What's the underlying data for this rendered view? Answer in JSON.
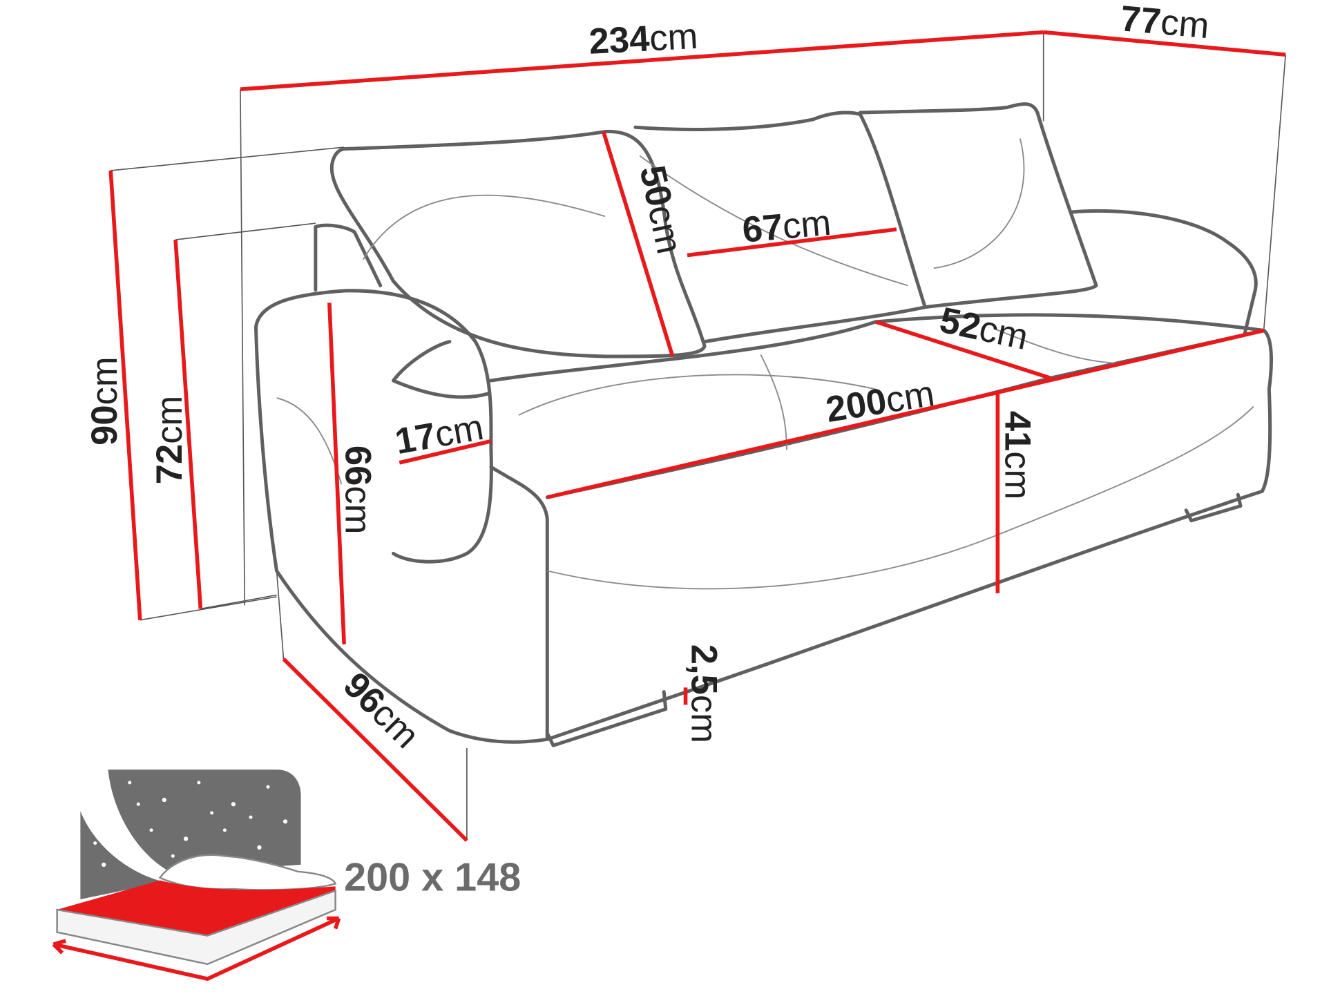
{
  "dimensions": {
    "total_width": {
      "value": "234",
      "unit": "cm"
    },
    "depth": {
      "value": "77",
      "unit": "cm"
    },
    "total_height": {
      "value": "90",
      "unit": "cm"
    },
    "back_height": {
      "value": "72",
      "unit": "cm"
    },
    "cushion_height": {
      "value": "50",
      "unit": "cm"
    },
    "cushion_width": {
      "value": "67",
      "unit": "cm"
    },
    "seat_depth": {
      "value": "52",
      "unit": "cm"
    },
    "seat_width": {
      "value": "200",
      "unit": "cm"
    },
    "armrest_width": {
      "value": "17",
      "unit": "cm"
    },
    "armrest_height": {
      "value": "66",
      "unit": "cm"
    },
    "seat_height": {
      "value": "41",
      "unit": "cm"
    },
    "side_depth": {
      "value": "96",
      "unit": "cm"
    },
    "leg_height": {
      "value": "2,5",
      "unit": "cm"
    }
  },
  "sleeping_area": {
    "label": "200 x 148"
  },
  "colors": {
    "dimension_line": "#e8191b",
    "outline": "#606060",
    "mattress": "#e8191b",
    "night_panel": "#6e6e6e"
  }
}
